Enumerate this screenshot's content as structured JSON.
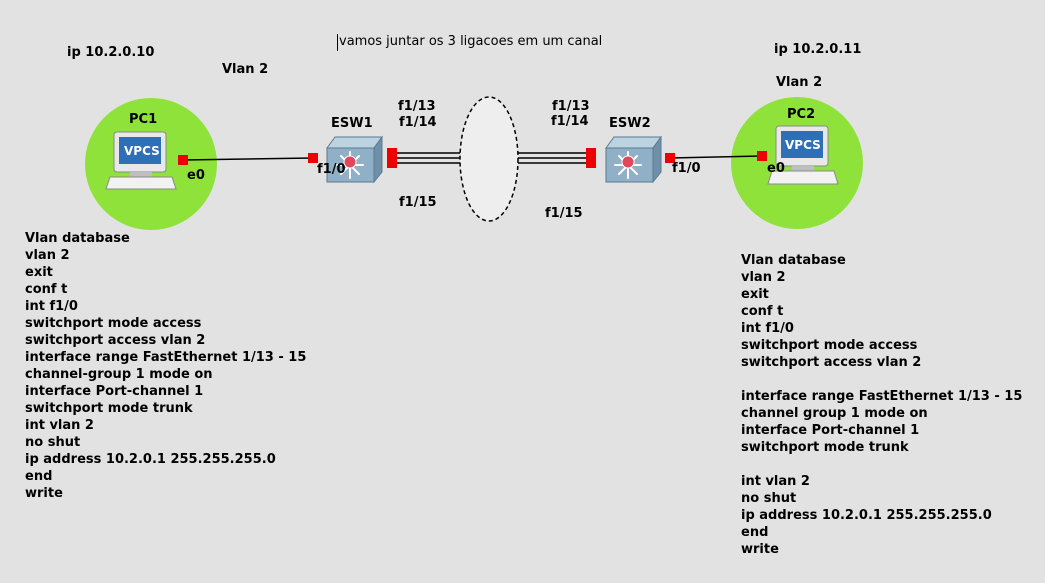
{
  "annotation": "vamos juntar os 3 ligacoes em um canal",
  "pc1": {
    "ip_label": "ip 10.2.0.10",
    "vlan_label": "Vlan 2",
    "name": "PC1",
    "screen_text": "VPCS",
    "port": "e0"
  },
  "pc2": {
    "ip_label": "ip 10.2.0.11",
    "vlan_label": "Vlan 2",
    "name": "PC2",
    "screen_text": "VPCS",
    "port": "e0"
  },
  "esw1": {
    "name": "ESW1",
    "port_pc": "f1/0",
    "port_13": "f1/13",
    "port_14": "f1/14",
    "port_15": "f1/15"
  },
  "esw2": {
    "name": "ESW2",
    "port_pc": "f1/0",
    "port_13": "f1/13",
    "port_14": "f1/14",
    "port_15": "f1/15"
  },
  "colors": {
    "background": "#e2e2e2",
    "pc_circle": "#8ee23a",
    "link_endpoint": "#ee0000",
    "switch_body": "#8fb0c6"
  },
  "config_left": [
    "Vlan database",
    "vlan 2",
    "exit",
    "conf t",
    "int f1/0",
    "switchport mode access",
    "switchport access vlan 2",
    "interface range FastEthernet 1/13 - 15",
    "channel-group 1 mode on",
    "interface Port-channel 1",
    "switchport mode trunk",
    "int vlan 2",
    "no shut",
    "ip address 10.2.0.1 255.255.255.0",
    "end",
    "write"
  ],
  "config_right": [
    "Vlan database",
    "vlan 2",
    "exit",
    "conf t",
    "int f1/0",
    "switchport mode access",
    "switchport access vlan 2",
    "",
    "interface range FastEthernet 1/13 - 15",
    "channel group 1 mode on",
    "interface Port-channel 1",
    "switchport mode trunk",
    "",
    "int vlan 2",
    "no shut",
    "ip address 10.2.0.1 255.255.255.0",
    "end",
    "write"
  ]
}
